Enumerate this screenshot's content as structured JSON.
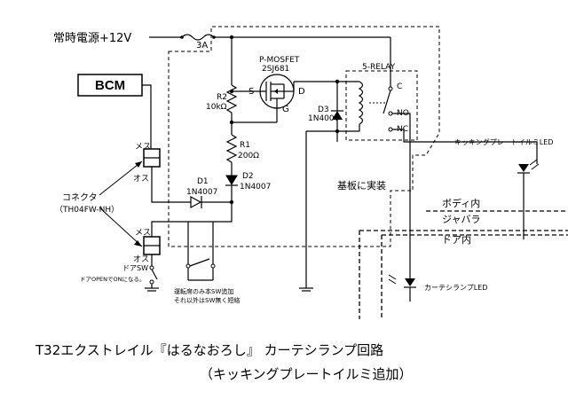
{
  "power_label": "常時電源+12V",
  "fuse_label": "3A",
  "bcm_label": "BCM",
  "mosfet_title": "P-MOSFET",
  "mosfet_part": "2SJ681",
  "pin_s": "S",
  "pin_d": "D",
  "pin_g": "G",
  "r2_label": "R2",
  "r2_value": "10kΩ",
  "r1_label": "R1",
  "r1_value": "200Ω",
  "d1_label": "D1",
  "d1_part": "1N4007",
  "d2_label": "D2",
  "d2_part": "1N4007",
  "d3_label": "D3",
  "d3_part": "1N4007",
  "relay_label": "5-RELAY",
  "relay_c": "C",
  "relay_no1": "NO",
  "relay_no2": "NC",
  "kicking_led": "キッキングプレートイルミLED",
  "board_label": "基板に実装",
  "body_in": "ボディ内",
  "jabara": "ジャバラ",
  "door_in": "ドア内",
  "courtesy_led": "カーテシランプLED",
  "mesu_top": "メス",
  "osu_top": "オス",
  "connector_label": "コネクタ",
  "connector_part": "（TH04FW-NH）",
  "mesu_bottom": "メス",
  "osu_bottom": "オス",
  "door_sw": "ドアSW",
  "door_sw_note": "ドアOPENでONになる。",
  "sw_note_line1": "運転席のみ本SW追加",
  "sw_note_line2": "それ以外はSW無く短絡",
  "title_line1": "T32エクストレイル『はるなおろし』 カーテシランプ回路",
  "title_line2": "（キッキングプレートイルミ追加）"
}
